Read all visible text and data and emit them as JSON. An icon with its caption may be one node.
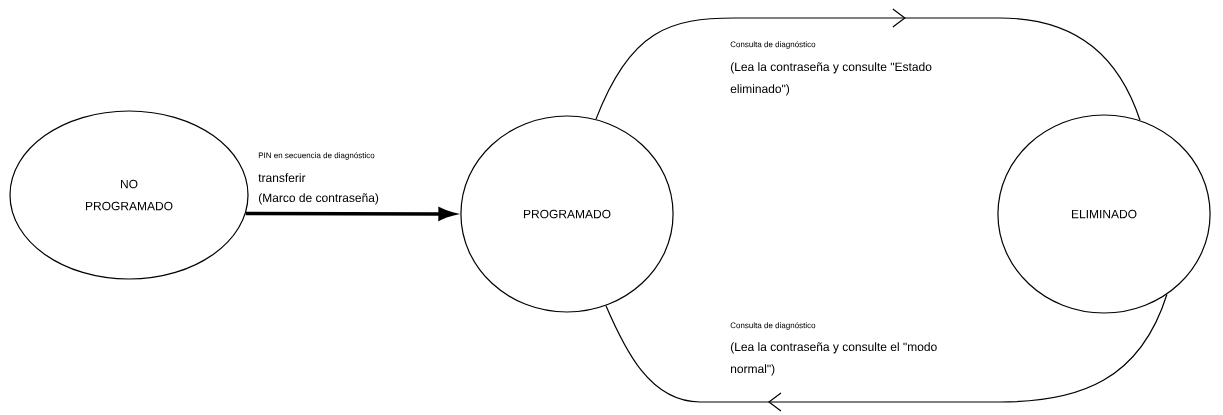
{
  "diagram": {
    "nodes": [
      {
        "text": [
          "NO PROGRAMADO"
        ]
      },
      {
        "text": [
          "PROGRAMADO"
        ]
      },
      {
        "text": [
          "ELIMINADO"
        ]
      }
    ],
    "edges": [
      {
        "from": 0,
        "to": 1,
        "arrow": "to",
        "style": "thick",
        "label": "(Marco de contraseña)"
      },
      {
        "from": 1,
        "to": 2,
        "arrow": "to",
        "label": "Consulta de diagnóstico"
      },
      {
        "from": 2,
        "to": 1,
        "arrow": "to",
        "label": "(Lea la contraseña y consulte el \"modo normal\")"
      }
    ],
    "labels": [
      "PIN en secuencia de diagnóstico",
      "transferir",
      "(Lea la contraseña y consulte \"Estado eliminado\")",
      "Consulta de diagnóstico"
    ]
  }
}
